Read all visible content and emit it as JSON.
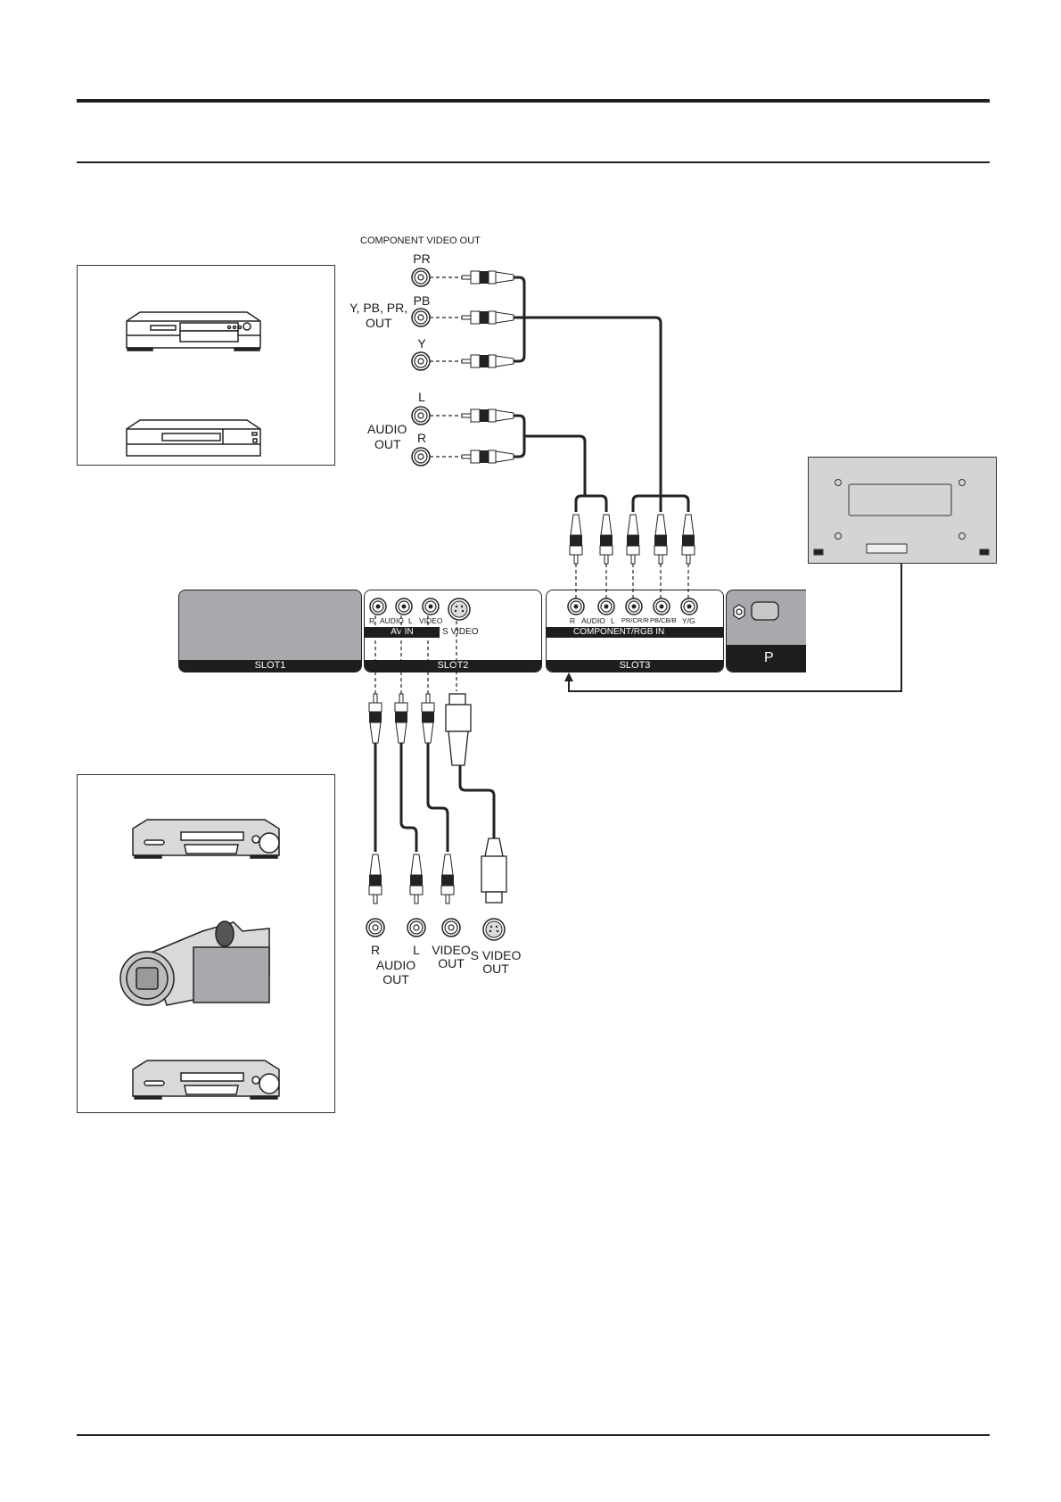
{
  "page": {
    "header_rules": [
      "thick-top-rule",
      "thin-top-rule"
    ],
    "footer_rule": "bottom-rule"
  },
  "source_component": {
    "title": "COMPONENT VIDEO OUT",
    "group_label_line1": "Y,  PB, PR,",
    "group_label_line2": "OUT",
    "jacks": [
      {
        "label": "PR"
      },
      {
        "label": "PB"
      },
      {
        "label": "Y"
      }
    ],
    "audio_label_line1": "AUDIO",
    "audio_label_line2": "OUT",
    "audio_jacks": [
      {
        "label": "L"
      },
      {
        "label": "R"
      }
    ],
    "devices": [
      "dvd-player",
      "vcr"
    ]
  },
  "slots": {
    "slot1": {
      "label": "SLOT1",
      "color": "#a7a9ac"
    },
    "slot2": {
      "label": "SLOT2",
      "jack_labels": [
        "R",
        "AUDIO",
        "L",
        "VIDEO"
      ],
      "av_in_label": "AV IN",
      "svideo_label": "S VIDEO"
    },
    "slot3": {
      "label": "SLOT3",
      "jack_labels": [
        "R",
        "AUDIO",
        "L",
        "PR/CR/R",
        "PB/CB/B",
        "Y/G"
      ],
      "bar_label": "COMPONENT/RGB IN"
    },
    "slot4_partial_label": "P"
  },
  "source_av": {
    "jacks": [
      {
        "label": "R"
      },
      {
        "label": "L"
      },
      {
        "label": "VIDEO"
      },
      {
        "label": "S VIDEO"
      }
    ],
    "audio_out_line1": "AUDIO",
    "audio_out_line2": "OUT",
    "video_out_line1": "VIDEO",
    "video_out_line2": "OUT",
    "svideo_out_line1": "S VIDEO",
    "svideo_out_line2": "OUT",
    "devices": [
      "vcr",
      "camcorder",
      "vcr"
    ]
  },
  "display": {
    "name": "display-rear-view"
  }
}
